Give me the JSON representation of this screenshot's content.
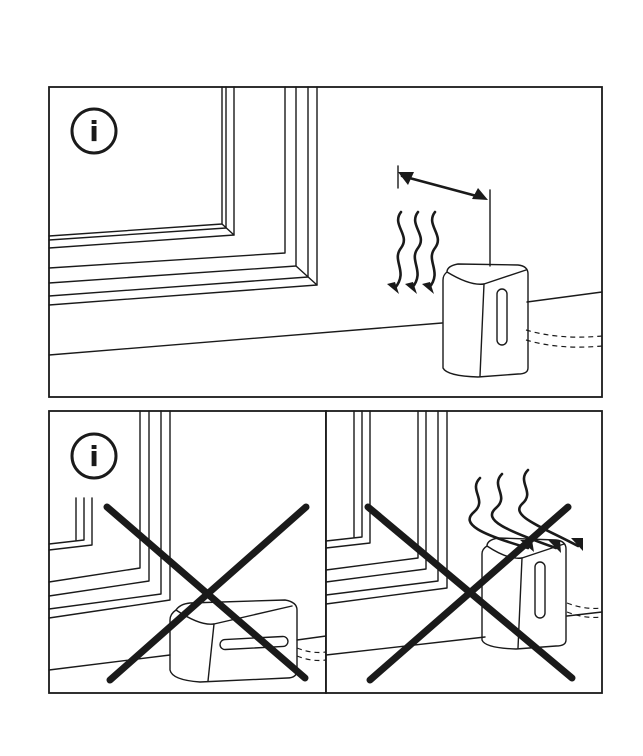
{
  "panels": [
    {
      "id": "correct-placement",
      "icon": "info-icon",
      "info_glyph": "i",
      "status": "correct"
    },
    {
      "id": "wrong-placement-lying",
      "icon": "info-icon",
      "info_glyph": "i",
      "status": "incorrect"
    },
    {
      "id": "wrong-placement-heat",
      "icon": "info-icon",
      "status": "incorrect"
    }
  ],
  "colors": {
    "ink": "#1a1a1a",
    "background": "#ffffff"
  }
}
